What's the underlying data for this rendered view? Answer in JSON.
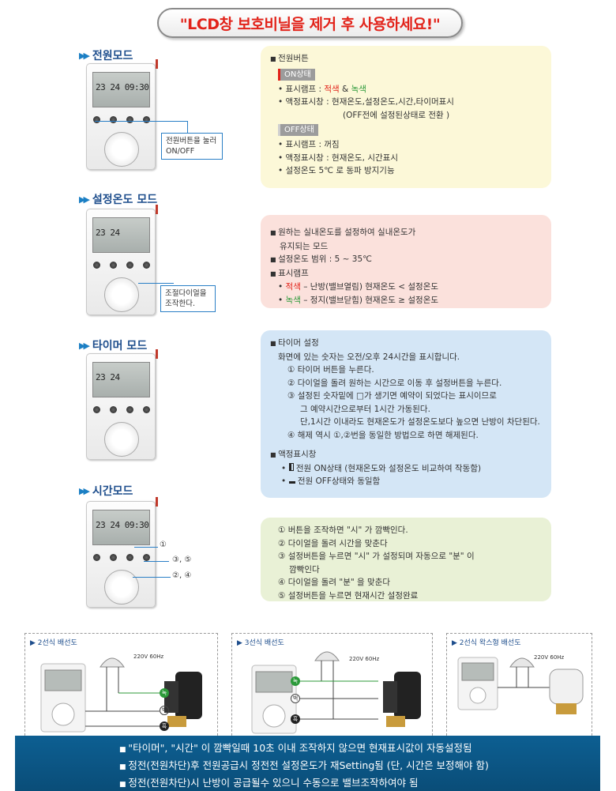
{
  "banner": "\"LCD창 보호비닐을 제거 후 사용하세요!\"",
  "sections": {
    "power": {
      "title": "전원모드",
      "callout": [
        "전원버튼을 눌러",
        "ON/OFF"
      ],
      "head": "전원버튼",
      "on_tag": "ON상태",
      "on_lamp_prefix": "표시램프 : ",
      "on_lamp_red": "적색",
      "on_lamp_mid": " & ",
      "on_lamp_green": "녹색",
      "on_lcd": "액정표시창 : 현재온도,설정온도,시간,타이머표시",
      "on_lcd2": "(OFF전에 설정된상태로 전환 )",
      "off_tag": "OFF상태",
      "off_lamp": "표시램프 : 꺼짐",
      "off_lcd": "액정표시창 : 현재온도, 시간표시",
      "off_freeze": "설정온도 5℃ 로 동파 방지기능"
    },
    "settemp": {
      "title": "설정온도 모드",
      "callout": [
        "조절다이얼을",
        "조작한다."
      ],
      "l1": "원하는 실내온도를 설정하여 실내온도가",
      "l2": "유지되는 모드",
      "l3": "설정온도 범위 : 5 ~ 35℃",
      "l4": "표시램프",
      "l5_red": "적색",
      "l5_rest": " – 난방(밸브열림) 현재온도 < 설정온도",
      "l6_green": "녹색",
      "l6_rest": " – 정지(밸브닫힘) 현재온도 ≥ 설정온도"
    },
    "timer": {
      "title": "타이머 모드",
      "h1": "타이머 설정",
      "l1": "화면에 있는 숫자는 오전/오후 24시간을 표시합니다.",
      "l2": "① 타이머 버튼을 누른다.",
      "l3": "② 다이얼을 돌려 원하는 시간으로 이동 후 설정버튼을 누른다.",
      "l4": "③ 설정된 숫자밑에 □가 생기면 예약이 되었다는 표시이므로",
      "l5": "그 예약시간으로부터 1시간 가동된다.",
      "l6": "단,1시간 이내라도 현재온도가 설정온도보다 높으면 난방이 차단된다.",
      "l7": "④ 해제 역시 ①,②번을 동일한 방법으로 하면 해제된다.",
      "h2": "액정표시창",
      "l8": "전원 ON상태 (현재온도와 설정온도 비교하여 작동함)",
      "l9": "전원 OFF상태와 동일함"
    },
    "time": {
      "title": "시간모드",
      "labels": [
        "①",
        "③, ⑤",
        "②, ④"
      ],
      "l1": "① 버튼을 조작하면 \"시\" 가 깜빡인다.",
      "l2": "② 다이얼을 돌려 시간을 맞춘다",
      "l3": "③ 설정버튼을 누르면 \"시\" 가 설정되며 자동으로 \"분\" 이",
      "l4": "깜빡인다",
      "l5": "④ 다이얼을 돌려 \"분\" 을 맞춘다",
      "l6": "⑤ 설정버튼을 누르면 현재시간 설정완료"
    }
  },
  "lcd": {
    "power": "23 24 09:30",
    "settemp": "23 24",
    "timer": "23 24",
    "time": "23 24 09:30"
  },
  "wiring": [
    {
      "title": "▶ 2선식 배선도",
      "voltage": "220V 60Hz",
      "labels": [
        "녹",
        "백",
        "흑"
      ]
    },
    {
      "title": "▶ 3선식 배선도",
      "voltage": "220V 60Hz",
      "labels": [
        "녹",
        "백",
        "흑"
      ]
    },
    {
      "title": "▶ 2선식 왁스형 배선도",
      "voltage": "220V 60Hz",
      "labels": []
    }
  ],
  "footer": [
    "\"타이머\", \"시간\" 이 깜빡일때 10초 이내 조작하지 않으면 현재표시값이 자동설정됨",
    "정전(전원차단)후 전원공급시 정전전 설정온도가 재Setting됨 (단, 시간은 보정해야 함)",
    "정전(전원차단)시 난방이 공급될수 있으니 수동으로 밸브조작하여야 됨"
  ],
  "colors": {
    "accent_red": "#e2231a",
    "title_blue": "#1d4d8c",
    "footer_bg": "#0a4d78"
  }
}
